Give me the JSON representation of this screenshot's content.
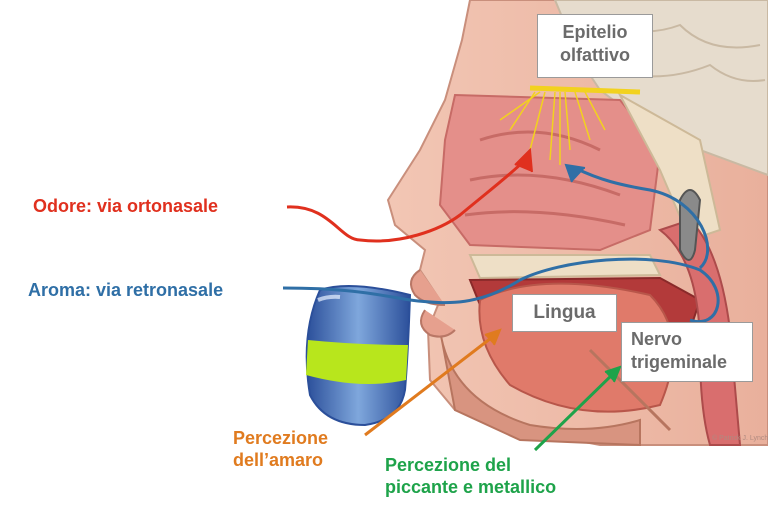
{
  "labels": {
    "orthonasal": "Odore: via ortonasale",
    "retronasal": "Aroma: via retronasale",
    "olfactory_line1": "Epitelio",
    "olfactory_line2": "olfattivo",
    "tongue": "Lingua",
    "nerve_line1": "Nervo",
    "nerve_line2": "trigeminale",
    "bitter_line1": "Percezione",
    "bitter_line2": "dell’amaro",
    "spicy_line1": "Percezione del",
    "spicy_line2": "piccante e metallico"
  },
  "colors": {
    "orthonasal": "#e0301e",
    "retronasal": "#2f6fa6",
    "bitter": "#e07b1f",
    "spicy": "#1ea34a",
    "box_text": "#6b6b6b",
    "tissue": "#e7a39a",
    "bone": "#eedfc6",
    "nerve": "#f2d21e",
    "wine": "#b8e61c"
  }
}
